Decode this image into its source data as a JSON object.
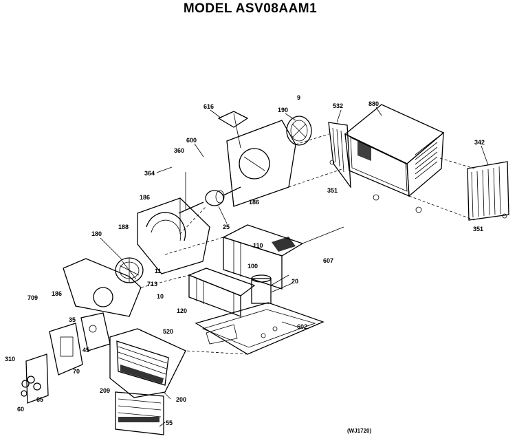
{
  "title": "MODEL ASV08AAM1",
  "diagram_code": "(WJ1720)",
  "part_labels": {
    "p616": "616",
    "p600": "600",
    "p360": "360",
    "p364": "364",
    "p190": "190",
    "p9": "9",
    "p532": "532",
    "p880": "880",
    "p342": "342",
    "p351a": "351",
    "p351b": "351",
    "p186a": "186",
    "p186b": "186",
    "p25": "25",
    "p180": "180",
    "p188": "188",
    "p110": "110",
    "p100": "100",
    "p607": "607",
    "p20": "20",
    "p11": "11",
    "p713": "713",
    "p10": "10",
    "p186c": "186",
    "p709": "709",
    "p120": "120",
    "p602": "602",
    "p35": "35",
    "p520": "520",
    "p45": "45",
    "p310": "310",
    "p70": "70",
    "p209": "209",
    "p200": "200",
    "p65": "65",
    "p60": "60",
    "p55": "55"
  }
}
